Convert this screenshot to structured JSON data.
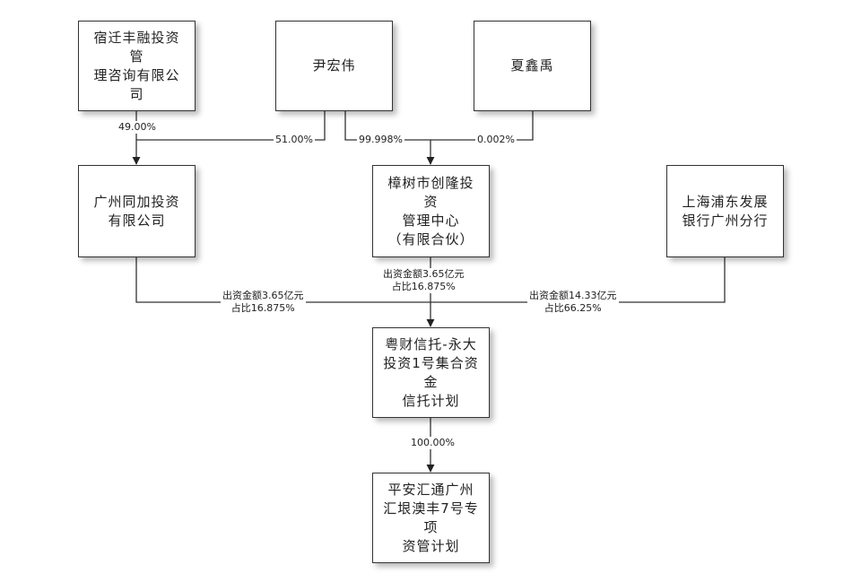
{
  "nodes": {
    "suqian": "宿迁丰融投资管\n理咨询有限公司",
    "yin": "尹宏伟",
    "xia": "夏鑫禹",
    "tongjia": "广州同加投资\n有限公司",
    "zhangshu": "樟树市创隆投资\n管理中心\n（有限合伙）",
    "spdb": "上海浦东发展\n银行广州分行",
    "trust": "粤财信托-永大\n投资1号集合资金\n信托计划",
    "pingan": "平安汇通广州\n汇垠澳丰7号专项\n资管计划"
  },
  "labels": {
    "suqian_pct": "49.00%",
    "yin_tongjia_pct": "51.00%",
    "yin_zhangshu_pct": "99.998%",
    "xia_zhangshu_pct": "0.002%",
    "tongjia_amount": "出资金额3.65亿元",
    "tongjia_share": "占比16.875%",
    "zhangshu_amount": "出资金额3.65亿元",
    "zhangshu_share": "占比16.875%",
    "spdb_amount": "出资金额14.33亿元",
    "spdb_share": "占比66.25%",
    "trust_pingan_pct": "100.00%"
  }
}
